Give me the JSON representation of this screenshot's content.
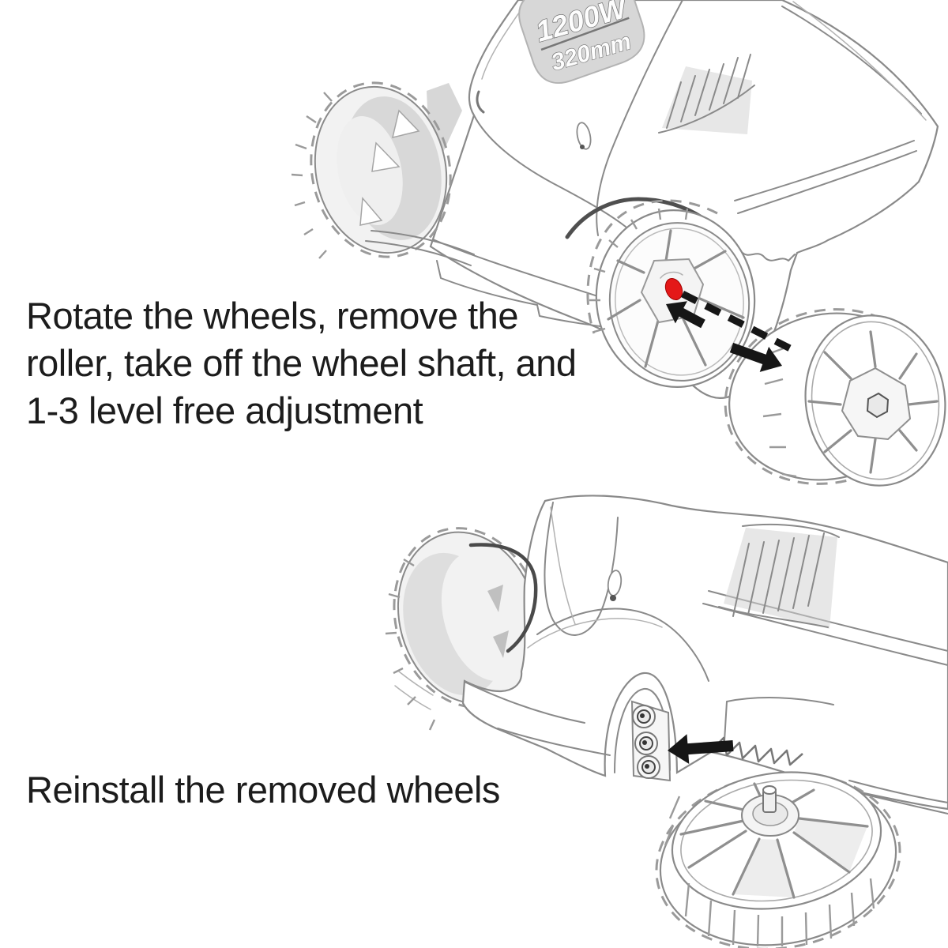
{
  "instructions": {
    "step1": "Rotate the wheels, remove the\nroller, take off the wheel shaft, and\n1-3 level free adjustment",
    "step2": "Reinstall the removed wheels"
  },
  "badge": {
    "power": "1200W",
    "cutting_width": "320mm"
  },
  "colors": {
    "hub_highlight": "#e41818",
    "annotation_black": "#161616",
    "sketch_line": "#8a8a8a",
    "text": "#1c1c1c",
    "background": "#ffffff"
  },
  "icons": {
    "remove_hub_arrow": "arrow-up-left-icon",
    "pull_out_arrow": "arrow-down-right-icon",
    "removal_path": "dashed-line-icon",
    "reinstall_arrow": "arrow-left-icon"
  }
}
